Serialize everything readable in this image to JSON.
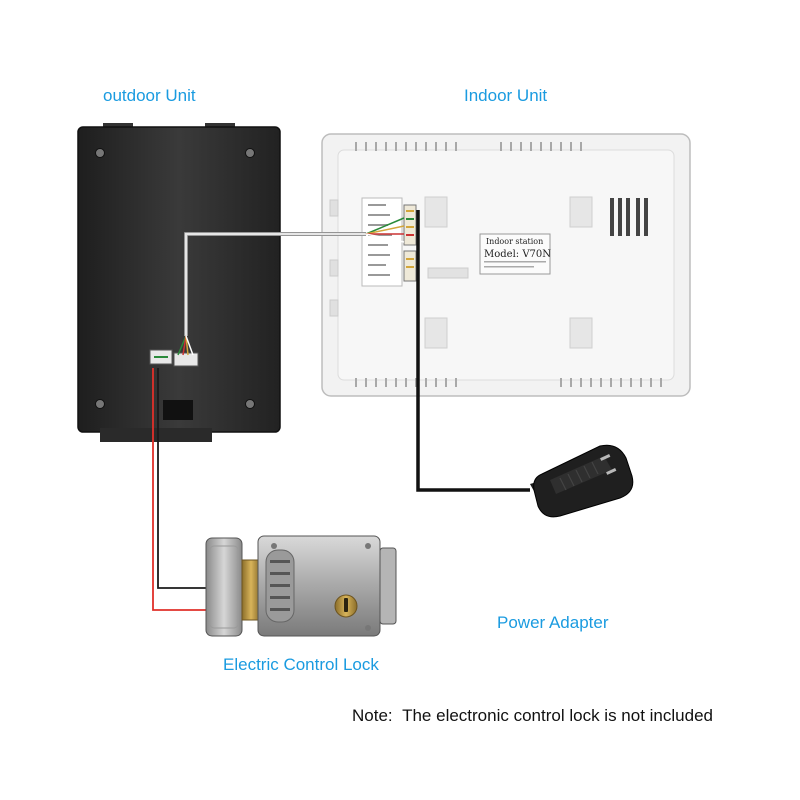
{
  "labels": {
    "outdoor": "outdoor Unit",
    "indoor": "Indoor Unit",
    "power": "Power Adapter",
    "lock": "Electric Control Lock"
  },
  "note": {
    "prefix": "Note:",
    "text": "The electronic control lock is not included"
  },
  "indoor_plate": {
    "line1": "Indoor station",
    "line2": "Model: V70N"
  },
  "colors": {
    "label_blue": "#1a9be0",
    "wire_red": "#e0302a",
    "wire_black": "#1a1a1a",
    "wire_gray": "#b8b8b8",
    "outdoor_body": "#2b2b2b",
    "indoor_body": "#f2f2f2"
  }
}
